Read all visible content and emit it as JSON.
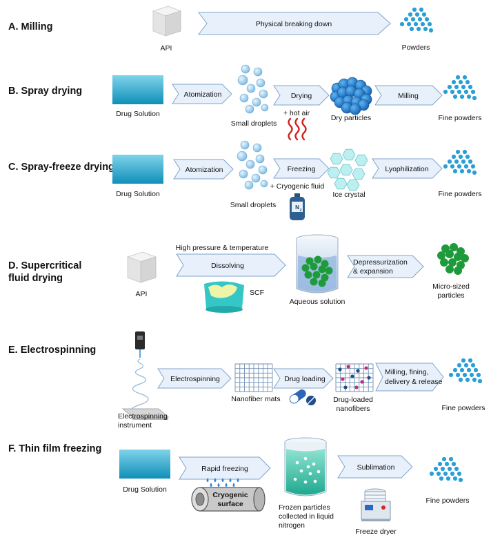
{
  "sections": {
    "a": {
      "title": "A. Milling",
      "api": "API",
      "step": "Physical breaking down",
      "output": "Powders"
    },
    "b": {
      "title": "B. Spray drying",
      "source": "Drug Solution",
      "step1": "Atomization",
      "droplets": "Small droplets",
      "step2": "Drying",
      "step2_note": "+ hot air",
      "particles": "Dry particles",
      "step3": "Milling",
      "output": "Fine powders"
    },
    "c": {
      "title": "C. Spray-freeze drying",
      "source": "Drug Solution",
      "step1": "Atomization",
      "droplets": "Small droplets",
      "step2": "Freezing",
      "step2_note": "+ Cryogenic fluid",
      "tank_label": "N",
      "tank_sub": "2",
      "crystal": "Ice crystal",
      "step3": "Lyophilization",
      "output": "Fine powders"
    },
    "d": {
      "title_line1": "D. Supercritical",
      "title_line2": "fluid drying",
      "api": "API",
      "condition": "High pressure & temperature",
      "step1": "Dissolving",
      "scf": "SCF",
      "solution": "Aqueous solution",
      "step2_line1": "Depressurization",
      "step2_line2": "& expansion",
      "output_line1": "Micro-sized",
      "output_line2": "particles"
    },
    "e": {
      "title": "E.  Electrospinning",
      "instrument_line1": "Electrospinning",
      "instrument_line2": "instrument",
      "step1": "Electrospinning",
      "mats": "Nanofiber mats",
      "step2": "Drug loading",
      "loaded_line1": "Drug-loaded",
      "loaded_line2": "nanofibers",
      "step3_line1": "Milling, fining,",
      "step3_line2": "delivery & release",
      "output": "Fine powders"
    },
    "f": {
      "title": "F. Thin film freezing",
      "source": "Drug Solution",
      "step1": "Rapid freezing",
      "surface_line1": "Cryogenic",
      "surface_line2": "surface",
      "frozen_line1": "Frozen particles",
      "frozen_line2": "collected in liquid",
      "frozen_line3": "nitrogen",
      "step2": "Sublimation",
      "dryer": "Freeze dryer",
      "output": "Fine powders"
    }
  },
  "colors": {
    "arrow_fill": "#e8f1fb",
    "arrow_stroke": "#7fa3c9",
    "powder_blue": "#2a9fd6",
    "solution_teal": "#1aa3c8",
    "particle_green": "#1e9a3a",
    "droplet": "#8fc6ea"
  }
}
